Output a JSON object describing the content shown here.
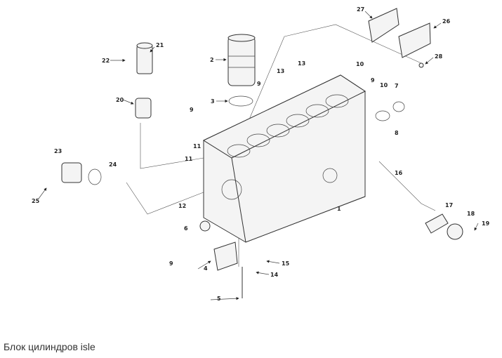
{
  "caption": "Блок цилиндров isle",
  "callouts": [
    "27",
    "26",
    "28",
    "21",
    "22",
    "2",
    "13",
    "13",
    "10",
    "9",
    "10",
    "7",
    "9",
    "3",
    "20",
    "9",
    "8",
    "11",
    "11",
    "23",
    "24",
    "16",
    "1",
    "25",
    "12",
    "17",
    "18",
    "19",
    "6",
    "9",
    "15",
    "4",
    "14",
    "5"
  ]
}
